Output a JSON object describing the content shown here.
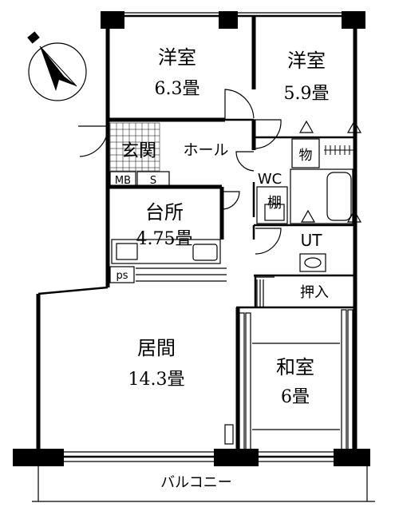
{
  "rooms": {
    "western1": {
      "name": "洋室",
      "size": "6.3畳"
    },
    "western2": {
      "name": "洋室",
      "size": "5.9畳"
    },
    "entrance": {
      "name": "玄関"
    },
    "hall": {
      "name": "ホール"
    },
    "storage": {
      "name": "物"
    },
    "wc": {
      "name": "WC"
    },
    "shelf": {
      "name": "棚"
    },
    "mb": {
      "name": "MB"
    },
    "s": {
      "name": "S"
    },
    "kitchen": {
      "name": "台所",
      "size": "4.75畳"
    },
    "ut": {
      "name": "UT"
    },
    "ps": {
      "name": "ps"
    },
    "closet": {
      "name": "押入"
    },
    "living": {
      "name": "居間",
      "size": "14.3畳"
    },
    "japanese": {
      "name": "和室",
      "size": "6畳"
    },
    "balcony": {
      "name": "バルコニー"
    }
  },
  "colors": {
    "line": "#000000",
    "background": "#ffffff"
  },
  "icons": {
    "compass": "north-compass-icon"
  }
}
